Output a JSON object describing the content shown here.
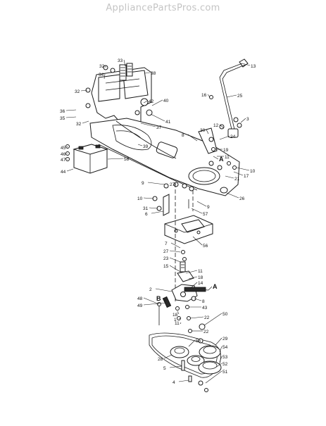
{
  "watermark": "AppliancePartsPros.com",
  "callouts": [
    {
      "id": "13",
      "text": "13"
    },
    {
      "id": "33",
      "text": "33"
    },
    {
      "id": "32a",
      "text": "32"
    },
    {
      "id": "34",
      "text": "34"
    },
    {
      "id": "38",
      "text": "38"
    },
    {
      "id": "32b",
      "text": "32"
    },
    {
      "id": "25",
      "text": "25"
    },
    {
      "id": "16",
      "text": "16"
    },
    {
      "id": "42",
      "text": "42"
    },
    {
      "id": "40",
      "text": "40"
    },
    {
      "id": "36",
      "text": "36"
    },
    {
      "id": "35",
      "text": "35"
    },
    {
      "id": "32c",
      "text": "32"
    },
    {
      "id": "41",
      "text": "41"
    },
    {
      "id": "37",
      "text": "37"
    },
    {
      "id": "3",
      "text": "3"
    },
    {
      "id": "12",
      "text": "12"
    },
    {
      "id": "30",
      "text": "30"
    },
    {
      "id": "8a",
      "text": "8"
    },
    {
      "id": "24",
      "text": "24"
    },
    {
      "id": "19",
      "text": "19"
    },
    {
      "id": "A1",
      "text": "A"
    },
    {
      "id": "11a",
      "text": "11"
    },
    {
      "id": "39",
      "text": "39"
    },
    {
      "id": "45",
      "text": "45"
    },
    {
      "id": "46",
      "text": "46"
    },
    {
      "id": "47",
      "text": "47"
    },
    {
      "id": "58",
      "text": "58"
    },
    {
      "id": "44",
      "text": "44"
    },
    {
      "id": "10a",
      "text": "10"
    },
    {
      "id": "17",
      "text": "17"
    },
    {
      "id": "21",
      "text": "21"
    },
    {
      "id": "9a",
      "text": "9"
    },
    {
      "id": "27a",
      "text": "27"
    },
    {
      "id": "26",
      "text": "26"
    },
    {
      "id": "10b",
      "text": "10"
    },
    {
      "id": "9b",
      "text": "9"
    },
    {
      "id": "31",
      "text": "31"
    },
    {
      "id": "6",
      "text": "6"
    },
    {
      "id": "57",
      "text": "57"
    },
    {
      "id": "56",
      "text": "56"
    },
    {
      "id": "7",
      "text": "7"
    },
    {
      "id": "27b",
      "text": "27"
    },
    {
      "id": "23",
      "text": "23"
    },
    {
      "id": "15",
      "text": "15"
    },
    {
      "id": "11b",
      "text": "11"
    },
    {
      "id": "18a",
      "text": "18"
    },
    {
      "id": "14",
      "text": "14"
    },
    {
      "id": "A2",
      "text": "A"
    },
    {
      "id": "2",
      "text": "2"
    },
    {
      "id": "8b",
      "text": "8"
    },
    {
      "id": "43",
      "text": "43"
    },
    {
      "id": "48",
      "text": "48"
    },
    {
      "id": "49",
      "text": "49"
    },
    {
      "id": "B",
      "text": "B"
    },
    {
      "id": "18b",
      "text": "18"
    },
    {
      "id": "1",
      "text": "1"
    },
    {
      "id": "22a",
      "text": "22"
    },
    {
      "id": "50",
      "text": "50"
    },
    {
      "id": "11c",
      "text": "11"
    },
    {
      "id": "22b",
      "text": "22"
    },
    {
      "id": "29",
      "text": "29"
    },
    {
      "id": "55",
      "text": "55"
    },
    {
      "id": "54",
      "text": "54"
    },
    {
      "id": "28",
      "text": "28"
    },
    {
      "id": "53",
      "text": "53"
    },
    {
      "id": "5",
      "text": "5"
    },
    {
      "id": "52",
      "text": "52"
    },
    {
      "id": "51",
      "text": "51"
    },
    {
      "id": "4",
      "text": "4"
    }
  ]
}
